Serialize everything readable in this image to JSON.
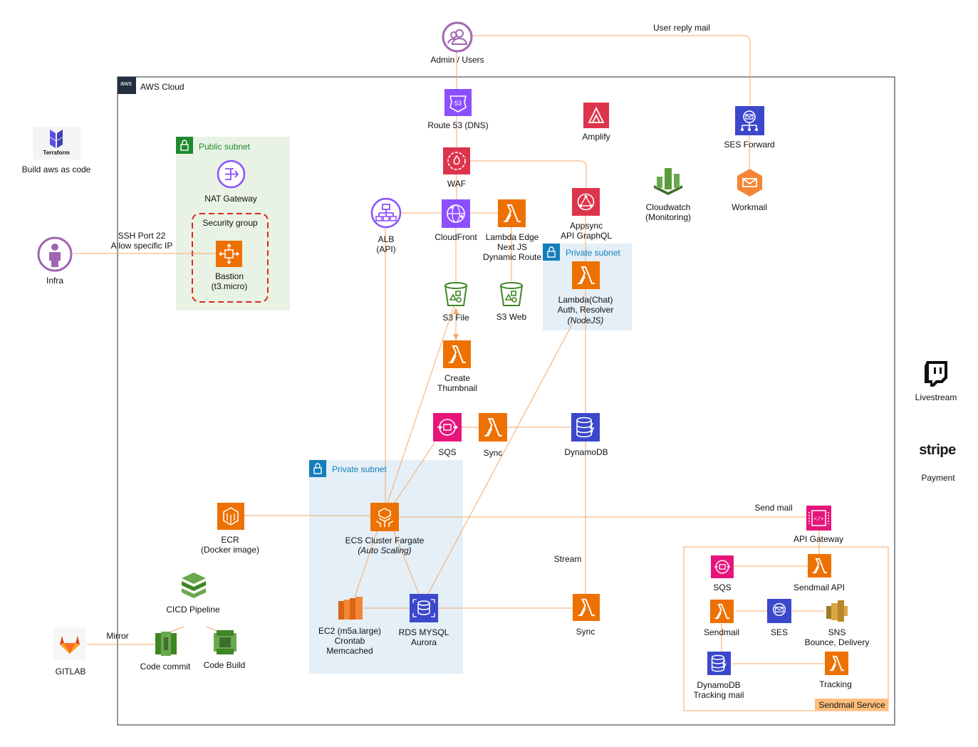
{
  "colors": {
    "connector": "#f5a86a",
    "aws_border": "#232f3e",
    "public_subnet_fill": "#e8f3e5",
    "public_subnet_text": "#1f8a2e",
    "private_subnet_fill": "#e4eff7",
    "private_subnet_text": "#147eba",
    "security_group": "#e0251b",
    "sendmail_border": "#f5a86a",
    "sendmail_label_fill": "#ffbe7d",
    "lambda_orange": "#ed7100",
    "compute_orange": "#f58536",
    "red_security": "#dd344c",
    "purple_network": "#8c4fff",
    "blue_db": "#3b48cc",
    "pink_app_integration": "#e7157b",
    "green_storage": "#3f8624",
    "user_purple": "#a166b0"
  },
  "diagram": {
    "aws_cloud_label": "AWS Cloud",
    "aws_logo_text": "aws",
    "terraform": {
      "logo_text": "Terraform",
      "label": "Build aws as code"
    },
    "admin_users": "Admin / Users",
    "user_reply_mail": "User reply mail",
    "route53": "Route 53 (DNS)",
    "waf": "WAF",
    "amplify": "Amplify",
    "ses_forward": "SES Forward",
    "workmail": "Workmail",
    "cloudwatch": "Cloudwatch\n(Monitoring)",
    "public_subnet": "Public subnet",
    "nat_gateway": "NAT Gateway",
    "security_group": "Security group",
    "bastion": "Bastion\n(t3.micro)",
    "infra": "Infra",
    "ssh_note": "SSH Port 22\nAllow specific IP",
    "alb": "ALB\n(API)",
    "cloudfront": "CloudFront",
    "lambda_edge": "Lambda Edge\nNext JS\nDynamic Route",
    "appsync": "Appsync\nAPI GraphQL",
    "private_subnet_top": "Private subnet",
    "lambda_chat_line1": "Lambda(Chat)",
    "lambda_chat_line2": "Auth, Resolver",
    "lambda_chat_line3": "(NodeJS)",
    "s3_file": "S3 File",
    "s3_web": "S3 Web",
    "create_thumbnail": "Create\nThumbnail",
    "sqs": "SQS",
    "sync_top": "Sync",
    "dynamodb": "DynamoDB",
    "private_subnet_bottom": "Private subnet",
    "ecr": "ECR\n(Docker image)",
    "ecs_line1": "ECS Cluster Fargate",
    "ecs_line2": "(Auto Scaling)",
    "send_mail": "Send mail",
    "api_gateway": "API Gateway",
    "stream": "Stream",
    "ec2": "EC2 (m5a.large)\nCrontab\nMemcached",
    "rds": "RDS MYSQL\nAurora",
    "sync_bottom": "Sync",
    "cicd_pipeline": "CICD Pipeline",
    "mirror": "Mirror",
    "gitlab": "GITLAB",
    "code_commit": "Code commit",
    "code_build": "Code Build",
    "livestream": "Livestream",
    "stripe_logo": "stripe",
    "payment": "Payment",
    "sendmail_service": {
      "title": "Sendmail Service",
      "sqs": "SQS",
      "sendmail_api": "Sendmail API",
      "sendmail": "Sendmail",
      "ses": "SES",
      "sns": "SNS\nBounce, Delivery",
      "dynamodb_tracking": "DynamoDB\nTracking mail",
      "tracking": "Tracking"
    }
  },
  "icons": [
    "user-icon",
    "route53-icon",
    "waf-icon",
    "amplify-icon",
    "ses-icon",
    "workmail-icon",
    "cloudwatch-icon",
    "nat-gateway-icon",
    "bastion-icon",
    "infra-user-icon",
    "alb-icon",
    "cloudfront-icon",
    "lambda-icon",
    "appsync-icon",
    "s3-icon",
    "sqs-icon",
    "dynamodb-icon",
    "ecr-icon",
    "ecs-icon",
    "api-gateway-icon",
    "ec2-icon",
    "rds-icon",
    "codepipeline-icon",
    "gitlab-icon",
    "codecommit-icon",
    "codebuild-icon",
    "twitch-icon",
    "stripe-logo",
    "sns-icon",
    "terraform-icon",
    "lock-icon"
  ]
}
